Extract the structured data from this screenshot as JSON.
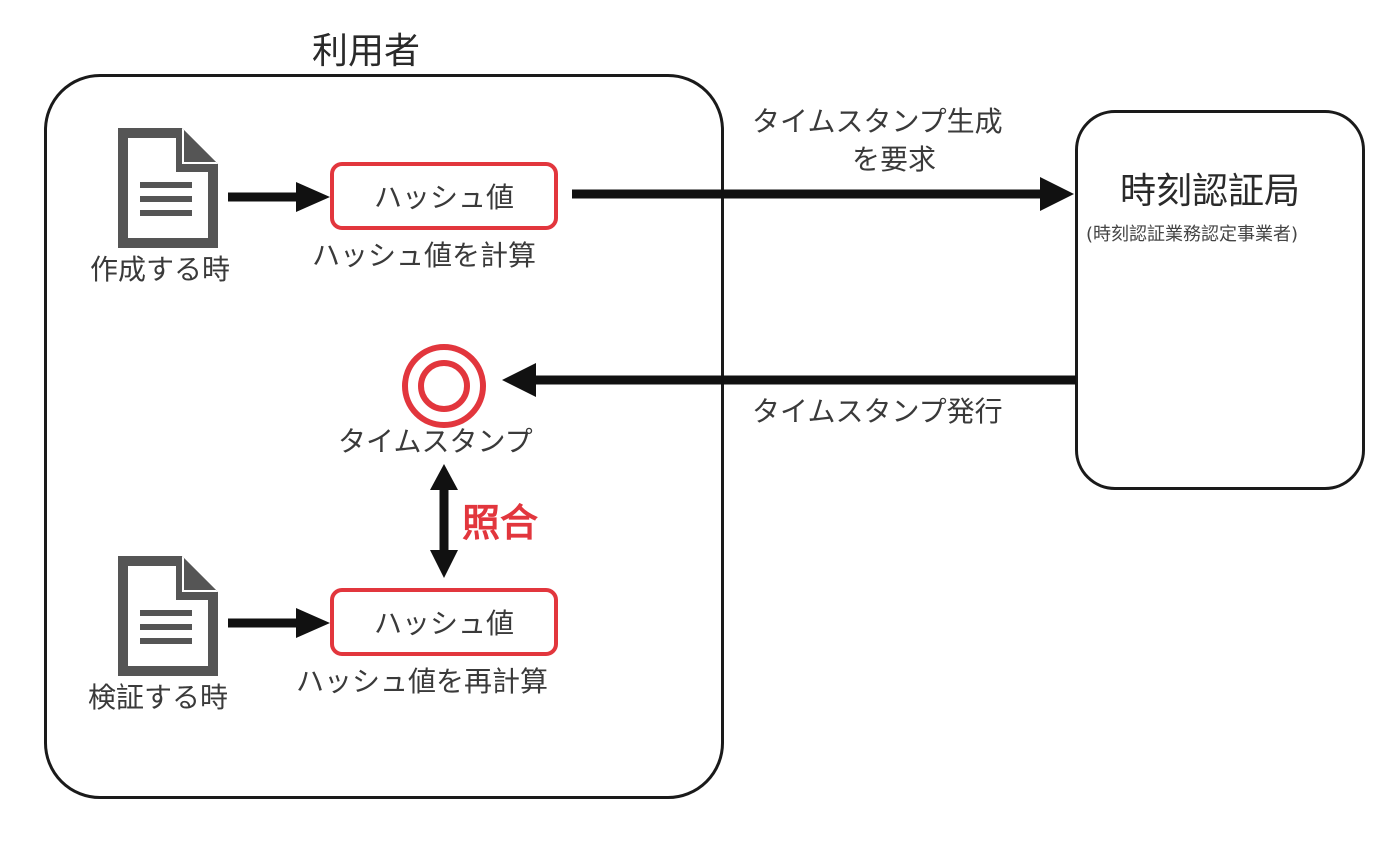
{
  "user": {
    "title": "利用者",
    "create_caption": "作成する時",
    "verify_caption": "検証する時",
    "hash_top_label": "ハッシュ値",
    "hash_top_caption": "ハッシュ値を計算",
    "hash_bottom_label": "ハッシュ値",
    "hash_bottom_caption": "ハッシュ値を再計算",
    "timestamp_label": "タイムスタンプ",
    "compare_label": "照合"
  },
  "tsa": {
    "title": "時刻認証局",
    "subtitle": "(時刻認証業務認定事業者)"
  },
  "arrows": {
    "request_line1": "タイムスタンプ生成",
    "request_line2": "を要求",
    "issue_label": "タイムスタンプ発行"
  },
  "colors": {
    "accent": "#e2363d",
    "stroke": "#1a1a1a",
    "icon": "#555555"
  }
}
